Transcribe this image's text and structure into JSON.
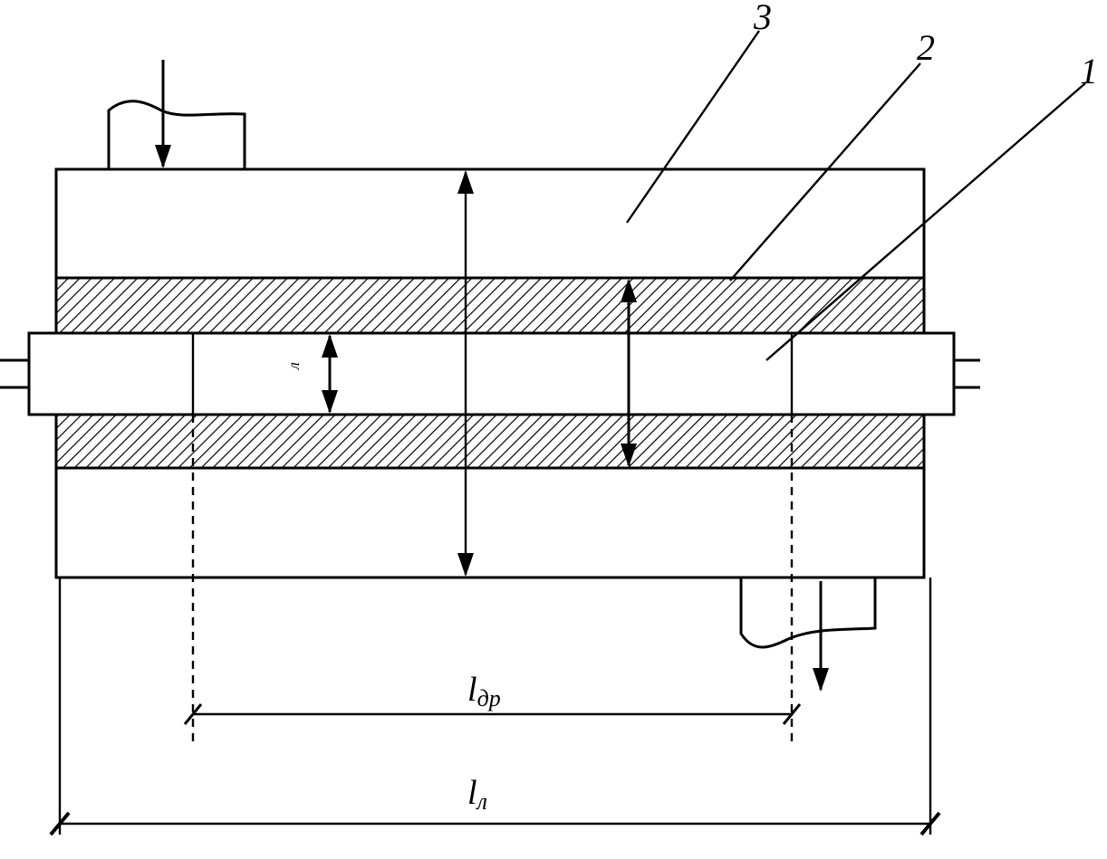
{
  "diagram": {
    "callouts": {
      "label_1": "1",
      "label_2": "2",
      "label_3": "3"
    },
    "dimensions": {
      "ldr_main": "l",
      "ldr_sub": "др",
      "ll_main": "l",
      "ll_sub": "л",
      "inner_mark": "л"
    }
  }
}
